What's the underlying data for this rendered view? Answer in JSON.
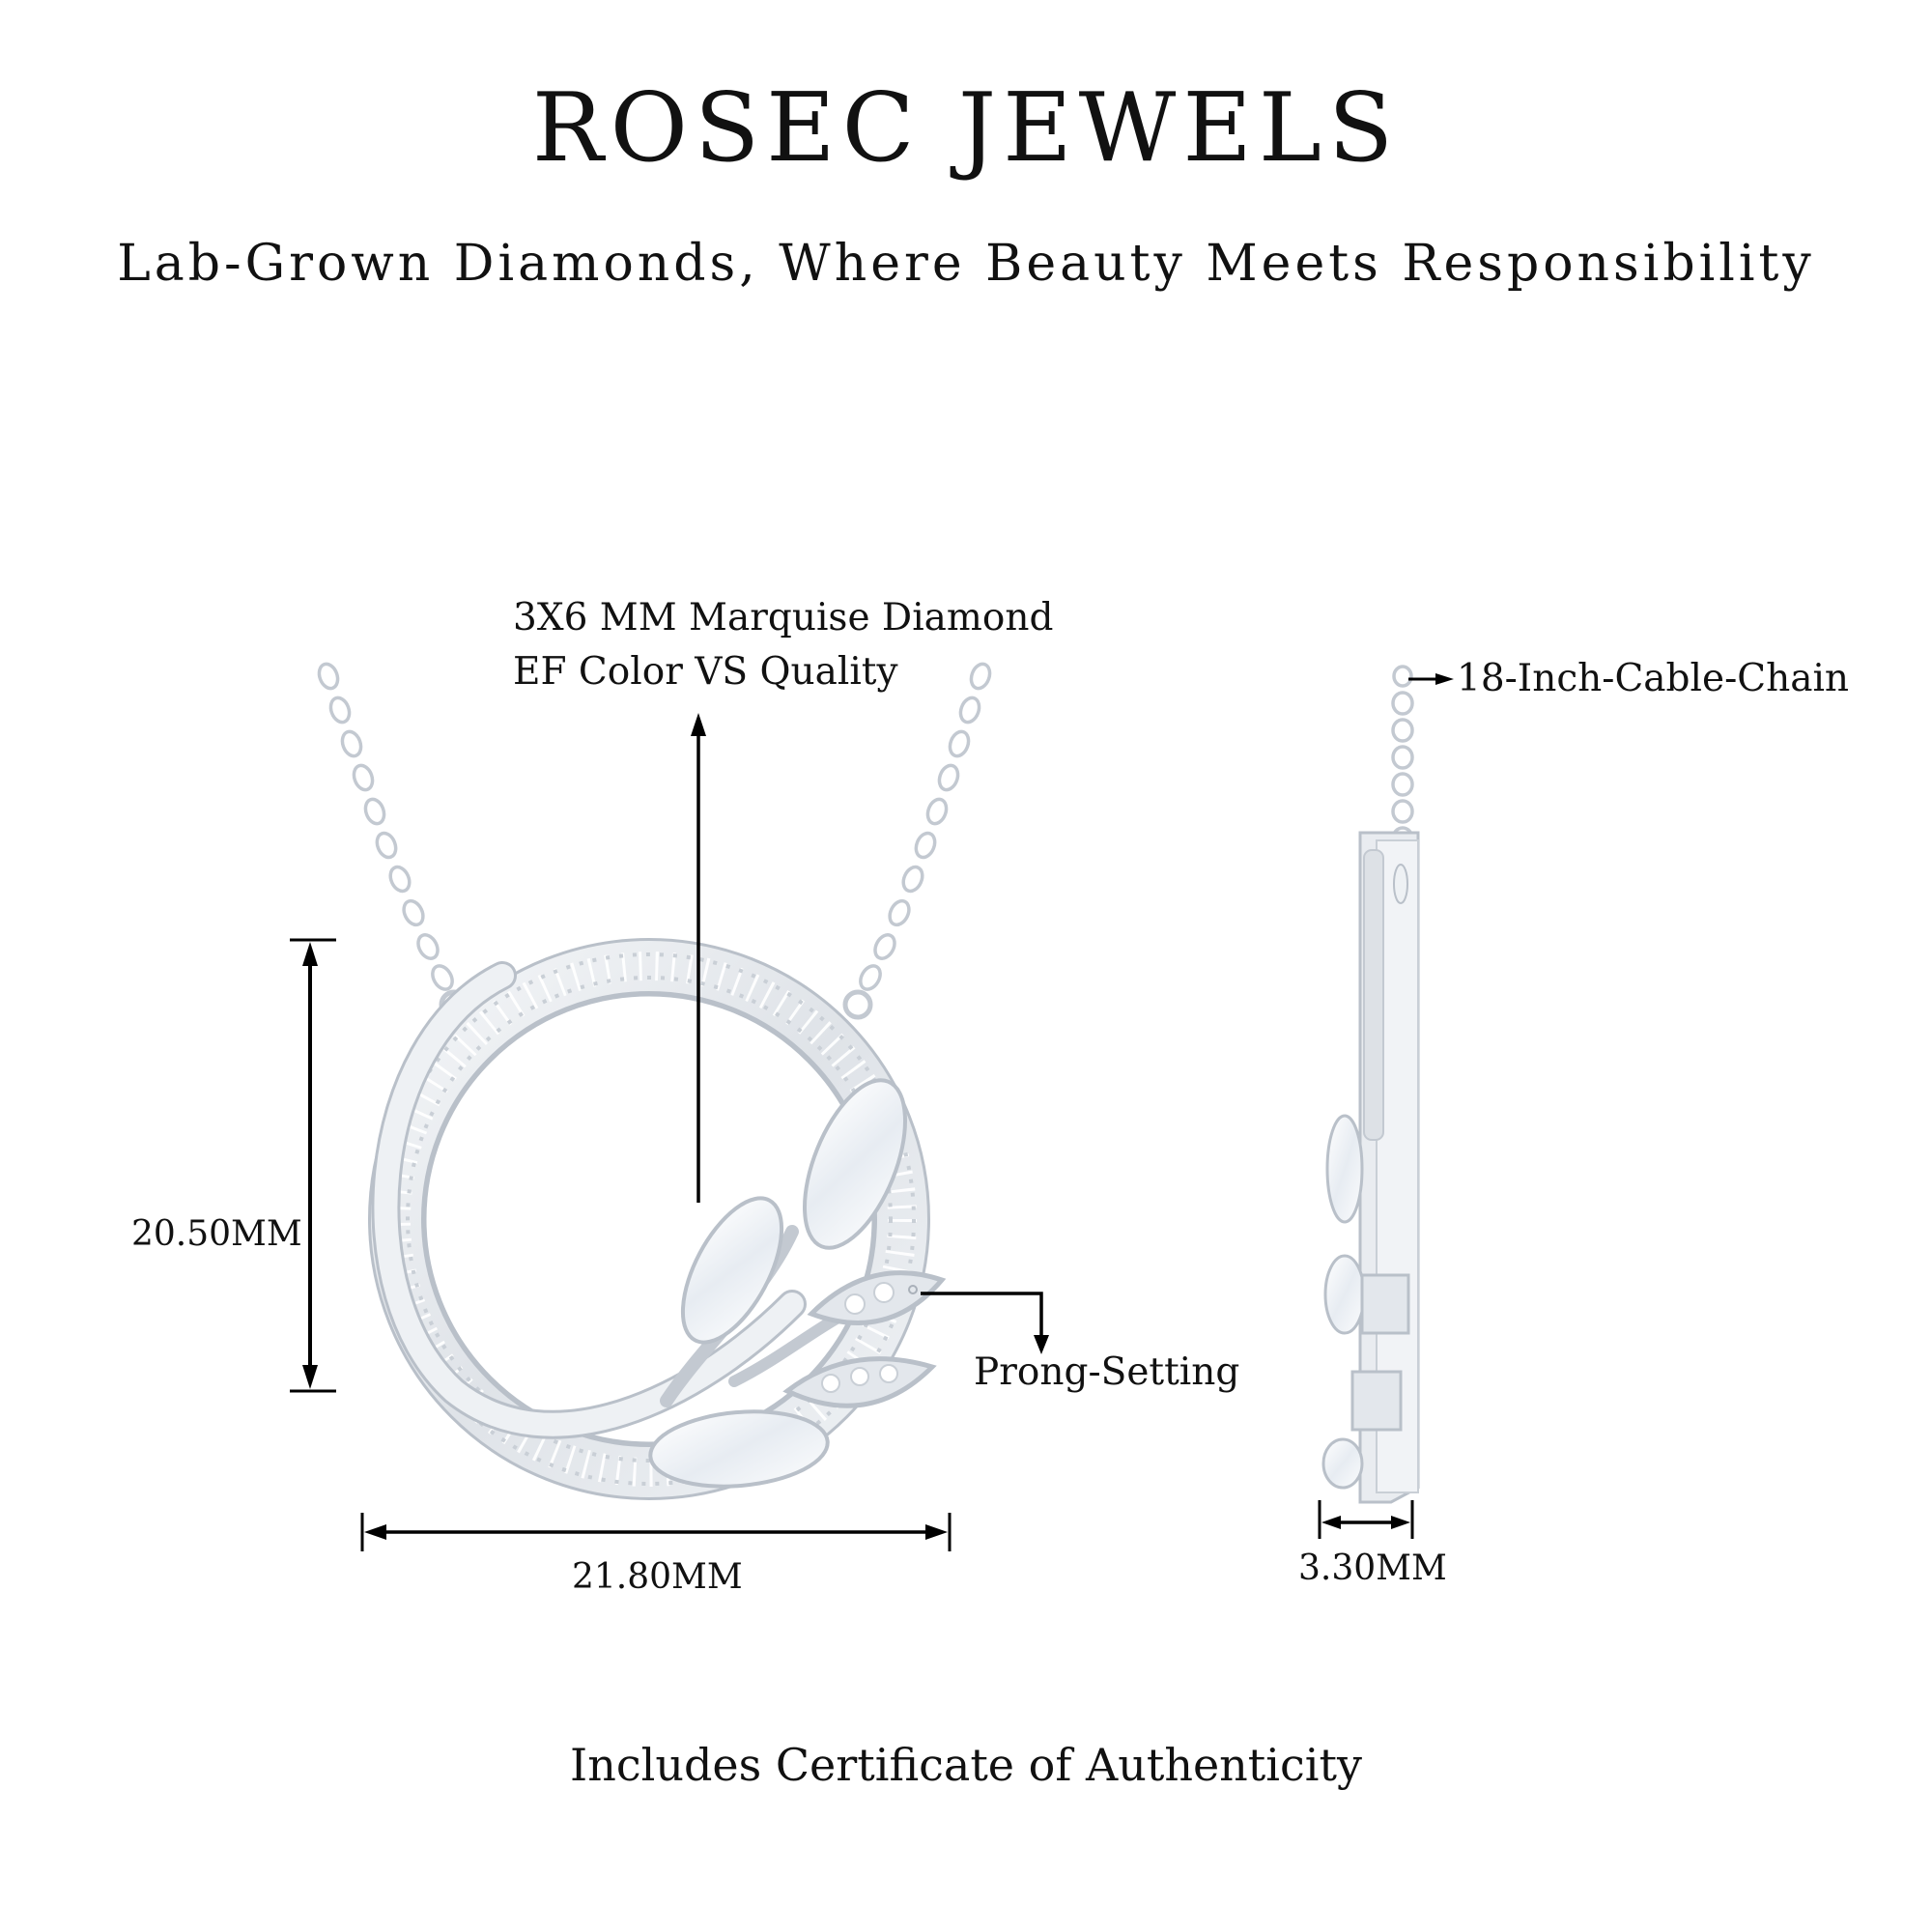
{
  "header": {
    "brand_title": "ROSEC JEWELS",
    "tagline": "Lab-Grown Diamonds, Where Beauty Meets Responsibility"
  },
  "product": {
    "type": "Circle leaf pendant necklace with marquise and round lab-grown diamonds",
    "metal_color": "#e6e9ee"
  },
  "annotations": {
    "center_stone_line1": "3X6 MM Marquise Diamond",
    "center_stone_line2": "EF Color VS Quality",
    "chain": "18-Inch-Cable-Chain",
    "setting": "Prong-Setting"
  },
  "dimensions": {
    "height": "20.50MM",
    "width": "21.80MM",
    "depth": "3.30MM"
  },
  "footer": {
    "note": "Includes Certificate of Authenticity"
  },
  "colors": {
    "text": "#111111",
    "background": "#ffffff",
    "metal": "#e6e9ee",
    "metal_outline": "#b9c0c9",
    "dimension_line": "#000000"
  }
}
